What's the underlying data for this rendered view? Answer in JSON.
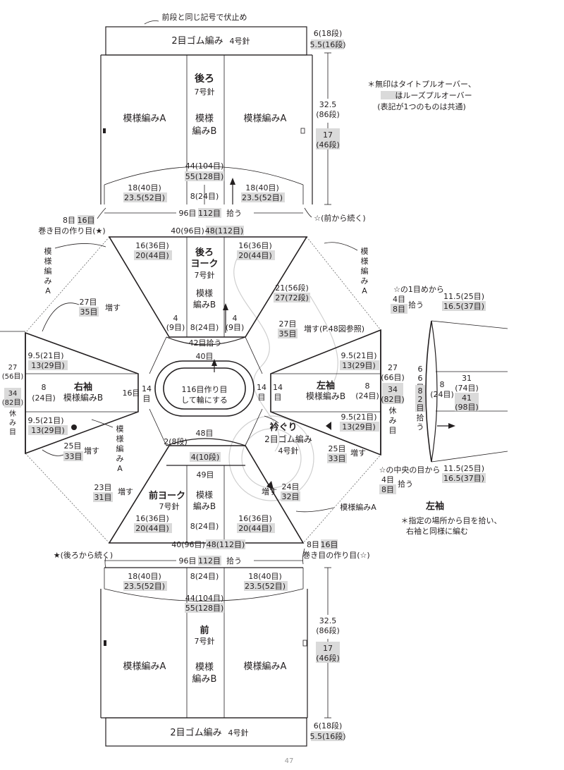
{
  "back": {
    "top_note": "前段と同じ記号で伏止め",
    "ribbing": "2目ゴム編み",
    "ribbing_needle": "4号針",
    "ribbing_rows_a": "6(18段)",
    "ribbing_rows_b": "5.5(16段)",
    "title": "後ろ",
    "needle": "7号針",
    "pattern_a": "模様編みA",
    "pattern_b": "模様\n編みB",
    "height_a": "32.5",
    "height_a_rows": "(86段)",
    "height_b": "17",
    "height_b_rows": "(46段)",
    "stitches_a": "44(104目)",
    "stitches_b": "55(128目)",
    "side_a": "18(40目)",
    "side_b": "23.5(52目)",
    "center": "8(24目)",
    "pickup": "96目",
    "pickup_b": "112目",
    "pickup_suffix": "拾う",
    "cast_on_a": "8目",
    "cast_on_b": "16目",
    "cast_on_label": "巻き目の作り目(★)",
    "continue_note": "☆(前から続く)"
  },
  "legend": {
    "line1": "＊無印はタイトプルオーバー、",
    "line2": "はルーズプルオーバー",
    "line3": "(表記が1つのものは共通)"
  },
  "back_yoke": {
    "top_a": "40(96目)",
    "top_b": "48(112目)",
    "title": "後ろ\nヨーク",
    "needle": "7号針",
    "pattern": "模様\n編みB",
    "left_a": "16(36目)",
    "left_b": "20(44目)",
    "right_a": "16(36目)",
    "right_b": "20(44目)",
    "side_inc_a": "21(56段)",
    "side_inc_b": "27(72段)",
    "bottom_left": "4\n(9目)",
    "bottom_center": "8(24目)",
    "bottom_right": "4\n(9目)",
    "pattern_a_vertical": "模様編みA",
    "inc_a": "27目",
    "inc_b": "35目",
    "inc_label": "増す",
    "inc_ref": "増す(P.48図参照)",
    "inc2_a": "27目",
    "inc2_b": "35目",
    "pickup_bottom": "42目拾う"
  },
  "right_sleeve": {
    "title": "右袖",
    "pattern": "模様編みB",
    "top_a": "9.5(21目)",
    "top_b": "13(29目)",
    "mid": "8\n(24目)",
    "bottom_a": "9.5(21目)",
    "bottom_b": "13(29目)",
    "inc_a": "25目",
    "inc_b": "33目",
    "inc_label": "増す",
    "edge_a": "27\n(56目)",
    "edge_b": "34\n(82目)",
    "rest": "休み目",
    "inner": "16目",
    "inner2": "14目",
    "pattern_a_vertical": "模様\n編み\nA"
  },
  "collar": {
    "top": "40目",
    "center_line1": "116目作り目",
    "center_line2": "して輪にする",
    "bottom": "48目",
    "left": "14目",
    "right": "14目",
    "rows_a": "2(8段)",
    "rows_b": "4(10段)",
    "bottom_pick": "49目",
    "title": "衿ぐり",
    "ribbing": "2目ゴム編み",
    "needle": "4号針"
  },
  "left_sleeve": {
    "title": "左袖",
    "pattern": "模様編みB",
    "top_a": "9.5(21目)",
    "top_b": "13(29目)",
    "mid": "8\n(24目)",
    "bottom_a": "9.5(21目)",
    "bottom_b": "13(29目)",
    "edge_a": "27\n(66目)",
    "edge_b": "34\n(82目)",
    "rest": "休み目",
    "inner": "14目",
    "inc_a": "25目",
    "inc_b": "33目",
    "inc_label": "増す"
  },
  "left_sleeve_detail": {
    "top_note": "☆の1目めから",
    "top_a": "4目",
    "top_b": "8目",
    "pick": "拾う",
    "len_a": "11.5(25目)",
    "len_b": "16.5(37目)",
    "edge_a": "66目",
    "edge_b": "82目",
    "edge_pick": "拾う",
    "mid": "8\n(24目)",
    "width_a": "31\n(74目)",
    "width_b": "41\n(98目)",
    "bottom_note": "☆の中央の目から",
    "bottom_a": "4目",
    "bottom_b": "8目",
    "bottom_pick": "拾う",
    "len2_a": "11.5(25目)",
    "len2_b": "16.5(37目)",
    "caption": "左袖",
    "note_line1": "＊指定の場所から目を拾い、",
    "note_line2": "右袖と同様に編む"
  },
  "front_yoke": {
    "title": "前ヨーク",
    "needle": "7号針",
    "pattern": "模様\n編みB",
    "inc_a": "23目",
    "inc_b": "31目",
    "inc_label": "増す",
    "inc2_a": "24目",
    "inc2_b": "32目",
    "left_a": "16(36目)",
    "left_b": "20(44目)",
    "right_a": "16(36目)",
    "right_b": "20(44目)",
    "center": "8(24目)",
    "bottom_a": "40(96目)",
    "bottom_b": "48(112目)",
    "pattern_a_label": "模様編みA",
    "cast_on_a": "8目",
    "cast_on_b": "16目",
    "cast_on_label": "巻き目の作り目(☆)",
    "continue_note": "★(後ろから続く)"
  },
  "front": {
    "pickup": "96目",
    "pickup_b": "112目",
    "pickup_suffix": "拾う",
    "side_a": "18(40目)",
    "side_b": "23.5(52目)",
    "center": "8(24目)",
    "side2_a": "18(40目)",
    "side2_b": "23.5(52目)",
    "stitches_a": "44(104目)",
    "stitches_b": "55(128目)",
    "title": "前",
    "needle": "7号針",
    "pattern_a": "模様編みA",
    "pattern_b": "模様\n編みB",
    "height_a": "32.5",
    "height_a_rows": "(86段)",
    "height_b": "17",
    "height_b_rows": "(46段)",
    "ribbing": "2目ゴム編み",
    "ribbing_needle": "4号針",
    "ribbing_rows_a": "6(18段)",
    "ribbing_rows_b": "5.5(16段)"
  },
  "page_number": "47"
}
